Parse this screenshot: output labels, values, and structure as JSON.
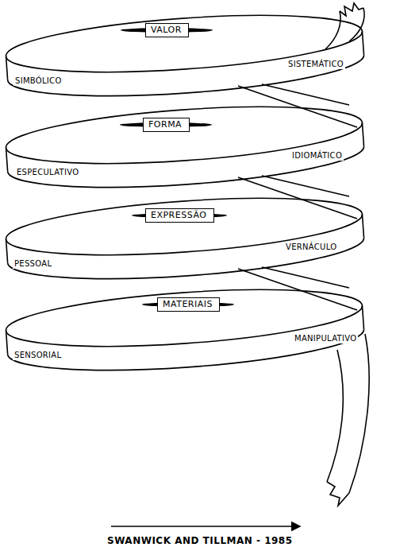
{
  "diagram": {
    "caption": "SWANWICK AND TILLMAN - 1985",
    "nodes": [
      {
        "text": [
          "VALOR"
        ]
      },
      {
        "text": [
          "FORMA"
        ]
      },
      {
        "text": [
          "EXPRESSÃO"
        ]
      },
      {
        "text": [
          "MATERIAIS"
        ]
      }
    ],
    "labels": [
      "SISTEMÁTICO",
      "SIMBÓLICO",
      "IDIOMÁTICO",
      "ESPECULATIVO",
      "VERNÁCULO",
      "PESSOAL",
      "MANIPULATIVO",
      "SENSORIAL"
    ]
  }
}
